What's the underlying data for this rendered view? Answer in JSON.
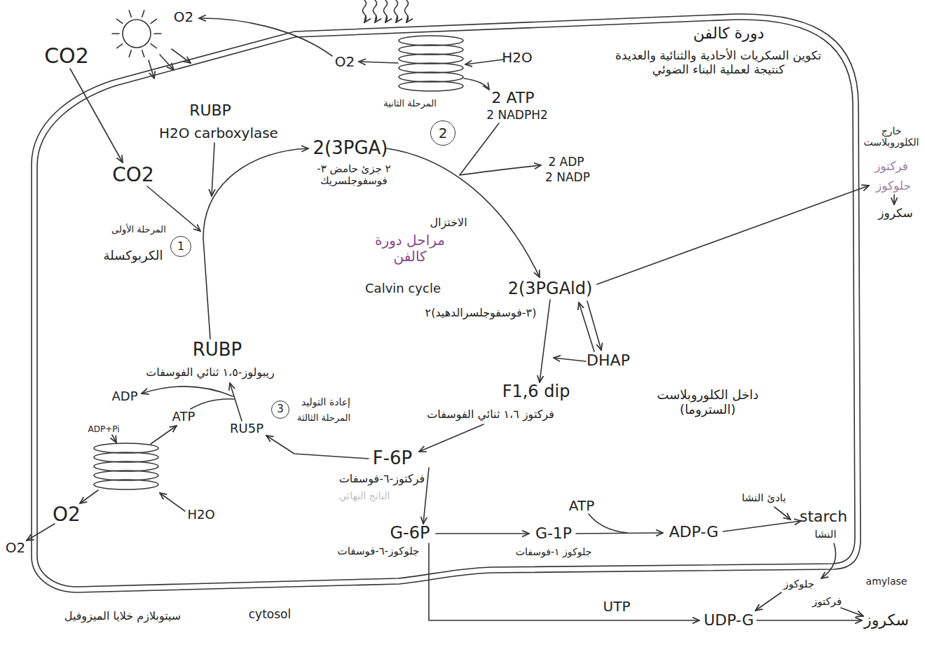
{
  "diagram": {
    "title": "دورة كالفن",
    "nodes": [
      {
        "text": [
          "داخل الكلوروبلاست (الستروما)"
        ]
      },
      {
        "text": [
          "1"
        ],
        "in": 0
      },
      {
        "text": [
          "2"
        ],
        "in": 0
      },
      {
        "text": [
          "3"
        ],
        "in": 0
      }
    ],
    "labels": [
      "CO2",
      "O2",
      "O2",
      "H2O",
      "2 ATP",
      "2 NADPH2",
      "المرحلة الثانية",
      "2 ADP",
      "2 NADP",
      "CO2",
      "RUBP",
      "H2O carboxylase",
      "2(3PGA)",
      "٢ جزئ حامض ٣-فوسفوجلسريك",
      "الاختزال",
      "2(3PGAld)",
      "(٣-فوسفوجلسرالدهيد)٢",
      "DHAP",
      "F1,6 dip",
      "فركتوز ١،٦ ثنائي الفوسفات",
      "F-6P",
      "فركتوز-٦-فوسفات",
      "الناتج النهائي",
      "RU5P",
      "إعادة التوليد",
      "المرحلة الثالثة",
      "RUBP",
      "ريبولوز-١،٥ ثنائي الفوسفات",
      "ADP",
      "ATP",
      "ADP+Pi",
      "O2",
      "H2O",
      "O2",
      "المرحلة الأولى",
      "الكربوكسلة",
      "مراحل دورة كالفن",
      "Calvin cycle",
      "G-6P",
      "جلوكوز-٦-فوسفات",
      "G-1P",
      "جلوكوز ١-فوسفات",
      "ATP",
      "ADP-G",
      "بادئ النشا",
      "starch",
      "النشا",
      "amylase",
      "جلوكوز",
      "فركتوز",
      "سكروز",
      "UTP",
      "UDP-G",
      "سيتوبلازم خلايا الميزوفيل",
      "cytosol",
      "خارج الكلوروبلاست",
      "فركتوز",
      "جلوكوز",
      "سكروز",
      "تكوين السكريات الأحادية والثنائية والعديدة كنتيجة لعملية البناء الضوئي"
    ]
  }
}
